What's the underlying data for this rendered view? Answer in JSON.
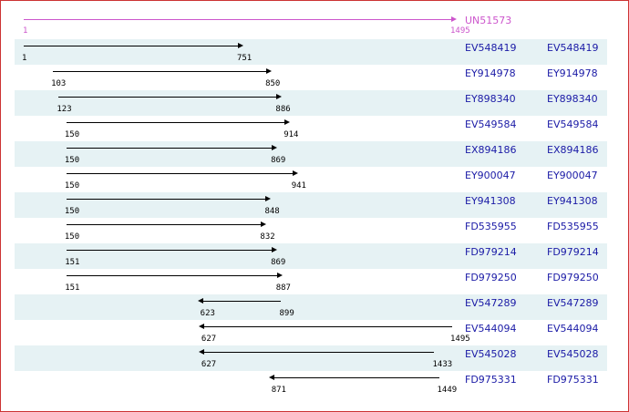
{
  "reference": {
    "accession": "UN51573",
    "start": 1,
    "end": 1495,
    "color": "#cc55cc"
  },
  "scale": {
    "min": 1,
    "max": 1495
  },
  "colors": {
    "row_alt": "#e6f2f4",
    "link": "#1a1aa6",
    "border": "#cc3333"
  },
  "alignments": [
    {
      "accession": "EV548419",
      "accession_2": "EV548419",
      "start": 1,
      "end": 751,
      "direction": "forward"
    },
    {
      "accession": "EY914978",
      "accession_2": "EY914978",
      "start": 103,
      "end": 850,
      "direction": "forward"
    },
    {
      "accession": "EY898340",
      "accession_2": "EY898340",
      "start": 123,
      "end": 886,
      "direction": "forward"
    },
    {
      "accession": "EV549584",
      "accession_2": "EV549584",
      "start": 150,
      "end": 914,
      "direction": "forward"
    },
    {
      "accession": "EX894186",
      "accession_2": "EX894186",
      "start": 150,
      "end": 869,
      "direction": "forward"
    },
    {
      "accession": "EY900047",
      "accession_2": "EY900047",
      "start": 150,
      "end": 941,
      "direction": "forward"
    },
    {
      "accession": "EY941308",
      "accession_2": "EY941308",
      "start": 150,
      "end": 848,
      "direction": "forward"
    },
    {
      "accession": "FD535955",
      "accession_2": "FD535955",
      "start": 150,
      "end": 832,
      "direction": "forward"
    },
    {
      "accession": "FD979214",
      "accession_2": "FD979214",
      "start": 151,
      "end": 869,
      "direction": "forward"
    },
    {
      "accession": "FD979250",
      "accession_2": "FD979250",
      "start": 151,
      "end": 887,
      "direction": "forward"
    },
    {
      "accession": "EV547289",
      "accession_2": "EV547289",
      "start": 623,
      "end": 899,
      "direction": "reverse"
    },
    {
      "accession": "EV544094",
      "accession_2": "EV544094",
      "start": 627,
      "end": 1495,
      "direction": "reverse"
    },
    {
      "accession": "EV545028",
      "accession_2": "EV545028",
      "start": 627,
      "end": 1433,
      "direction": "reverse"
    },
    {
      "accession": "FD975331",
      "accession_2": "FD975331",
      "start": 871,
      "end": 1449,
      "direction": "reverse"
    }
  ]
}
